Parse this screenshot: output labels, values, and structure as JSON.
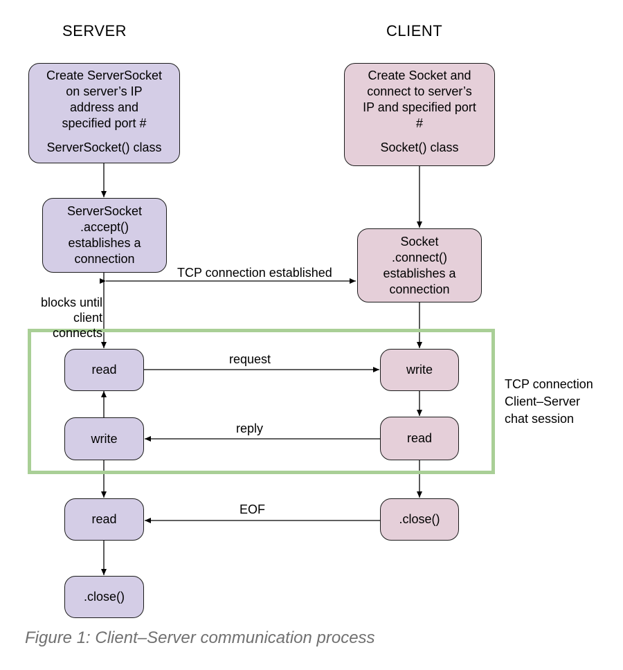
{
  "columns": {
    "server": "SERVER",
    "client": "CLIENT"
  },
  "server": {
    "create_socket": {
      "text": "Create ServerSocket\non server’s IP\naddress and\nspecified port #",
      "class_label": "ServerSocket() class"
    },
    "accept": "ServerSocket\n.accept()\nestablishes a\nconnection",
    "read1": "read",
    "write": "write",
    "read2": "read",
    "close": ".close()"
  },
  "client": {
    "create_socket": {
      "text": "Create Socket and\nconnect to server’s\nIP and specified port\n#",
      "class_label": "Socket() class"
    },
    "connect": "Socket\n.connect()\nestablishes a\nconnection",
    "write": "write",
    "read": "read",
    "close": ".close()"
  },
  "labels": {
    "tcp_established": "TCP connection established",
    "blocks": "blocks until\nclient connects",
    "request": "request",
    "reply": "reply",
    "eof": "EOF",
    "session": "TCP connection\nClient–Server\nchat session"
  },
  "caption": "Figure 1: Client–Server communication process",
  "colors": {
    "server_fill": "#d4cde6",
    "client_fill": "#e5cfd9",
    "session_border": "#a9cf96",
    "caption": "#707070"
  }
}
